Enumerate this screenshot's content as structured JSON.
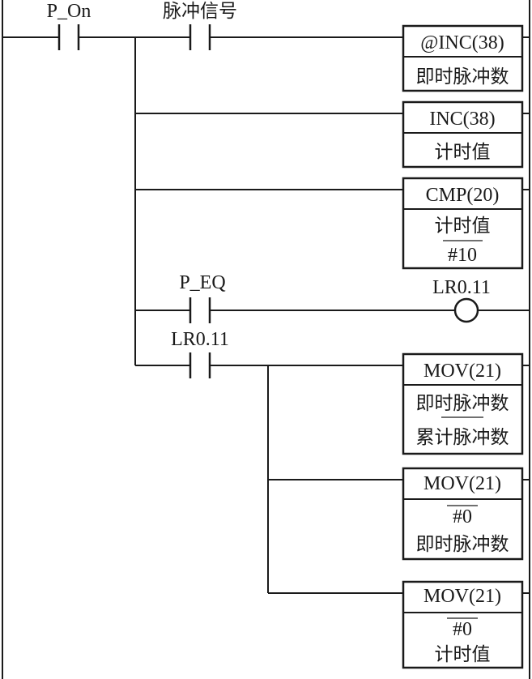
{
  "contacts": {
    "p_on": "P_On",
    "pulse_signal": "脉冲信号",
    "p_eq": "P_EQ",
    "lr_contact": "LR0.11"
  },
  "coil": {
    "label": "LR0.11"
  },
  "blocks": {
    "inc_at": {
      "op": "@INC(38)",
      "arg1": "即时脉冲数"
    },
    "inc": {
      "op": "INC(38)",
      "arg1": "计时值"
    },
    "cmp": {
      "op": "CMP(20)",
      "arg1": "计时值",
      "arg2": "#10"
    },
    "mov1": {
      "op": "MOV(21)",
      "arg1": "即时脉冲数",
      "arg2": "累计脉冲数"
    },
    "mov2": {
      "op": "MOV(21)",
      "arg1": "#0",
      "arg2": "即时脉冲数"
    },
    "mov3": {
      "op": "MOV(21)",
      "arg1": "#0",
      "arg2": "计时值"
    }
  }
}
